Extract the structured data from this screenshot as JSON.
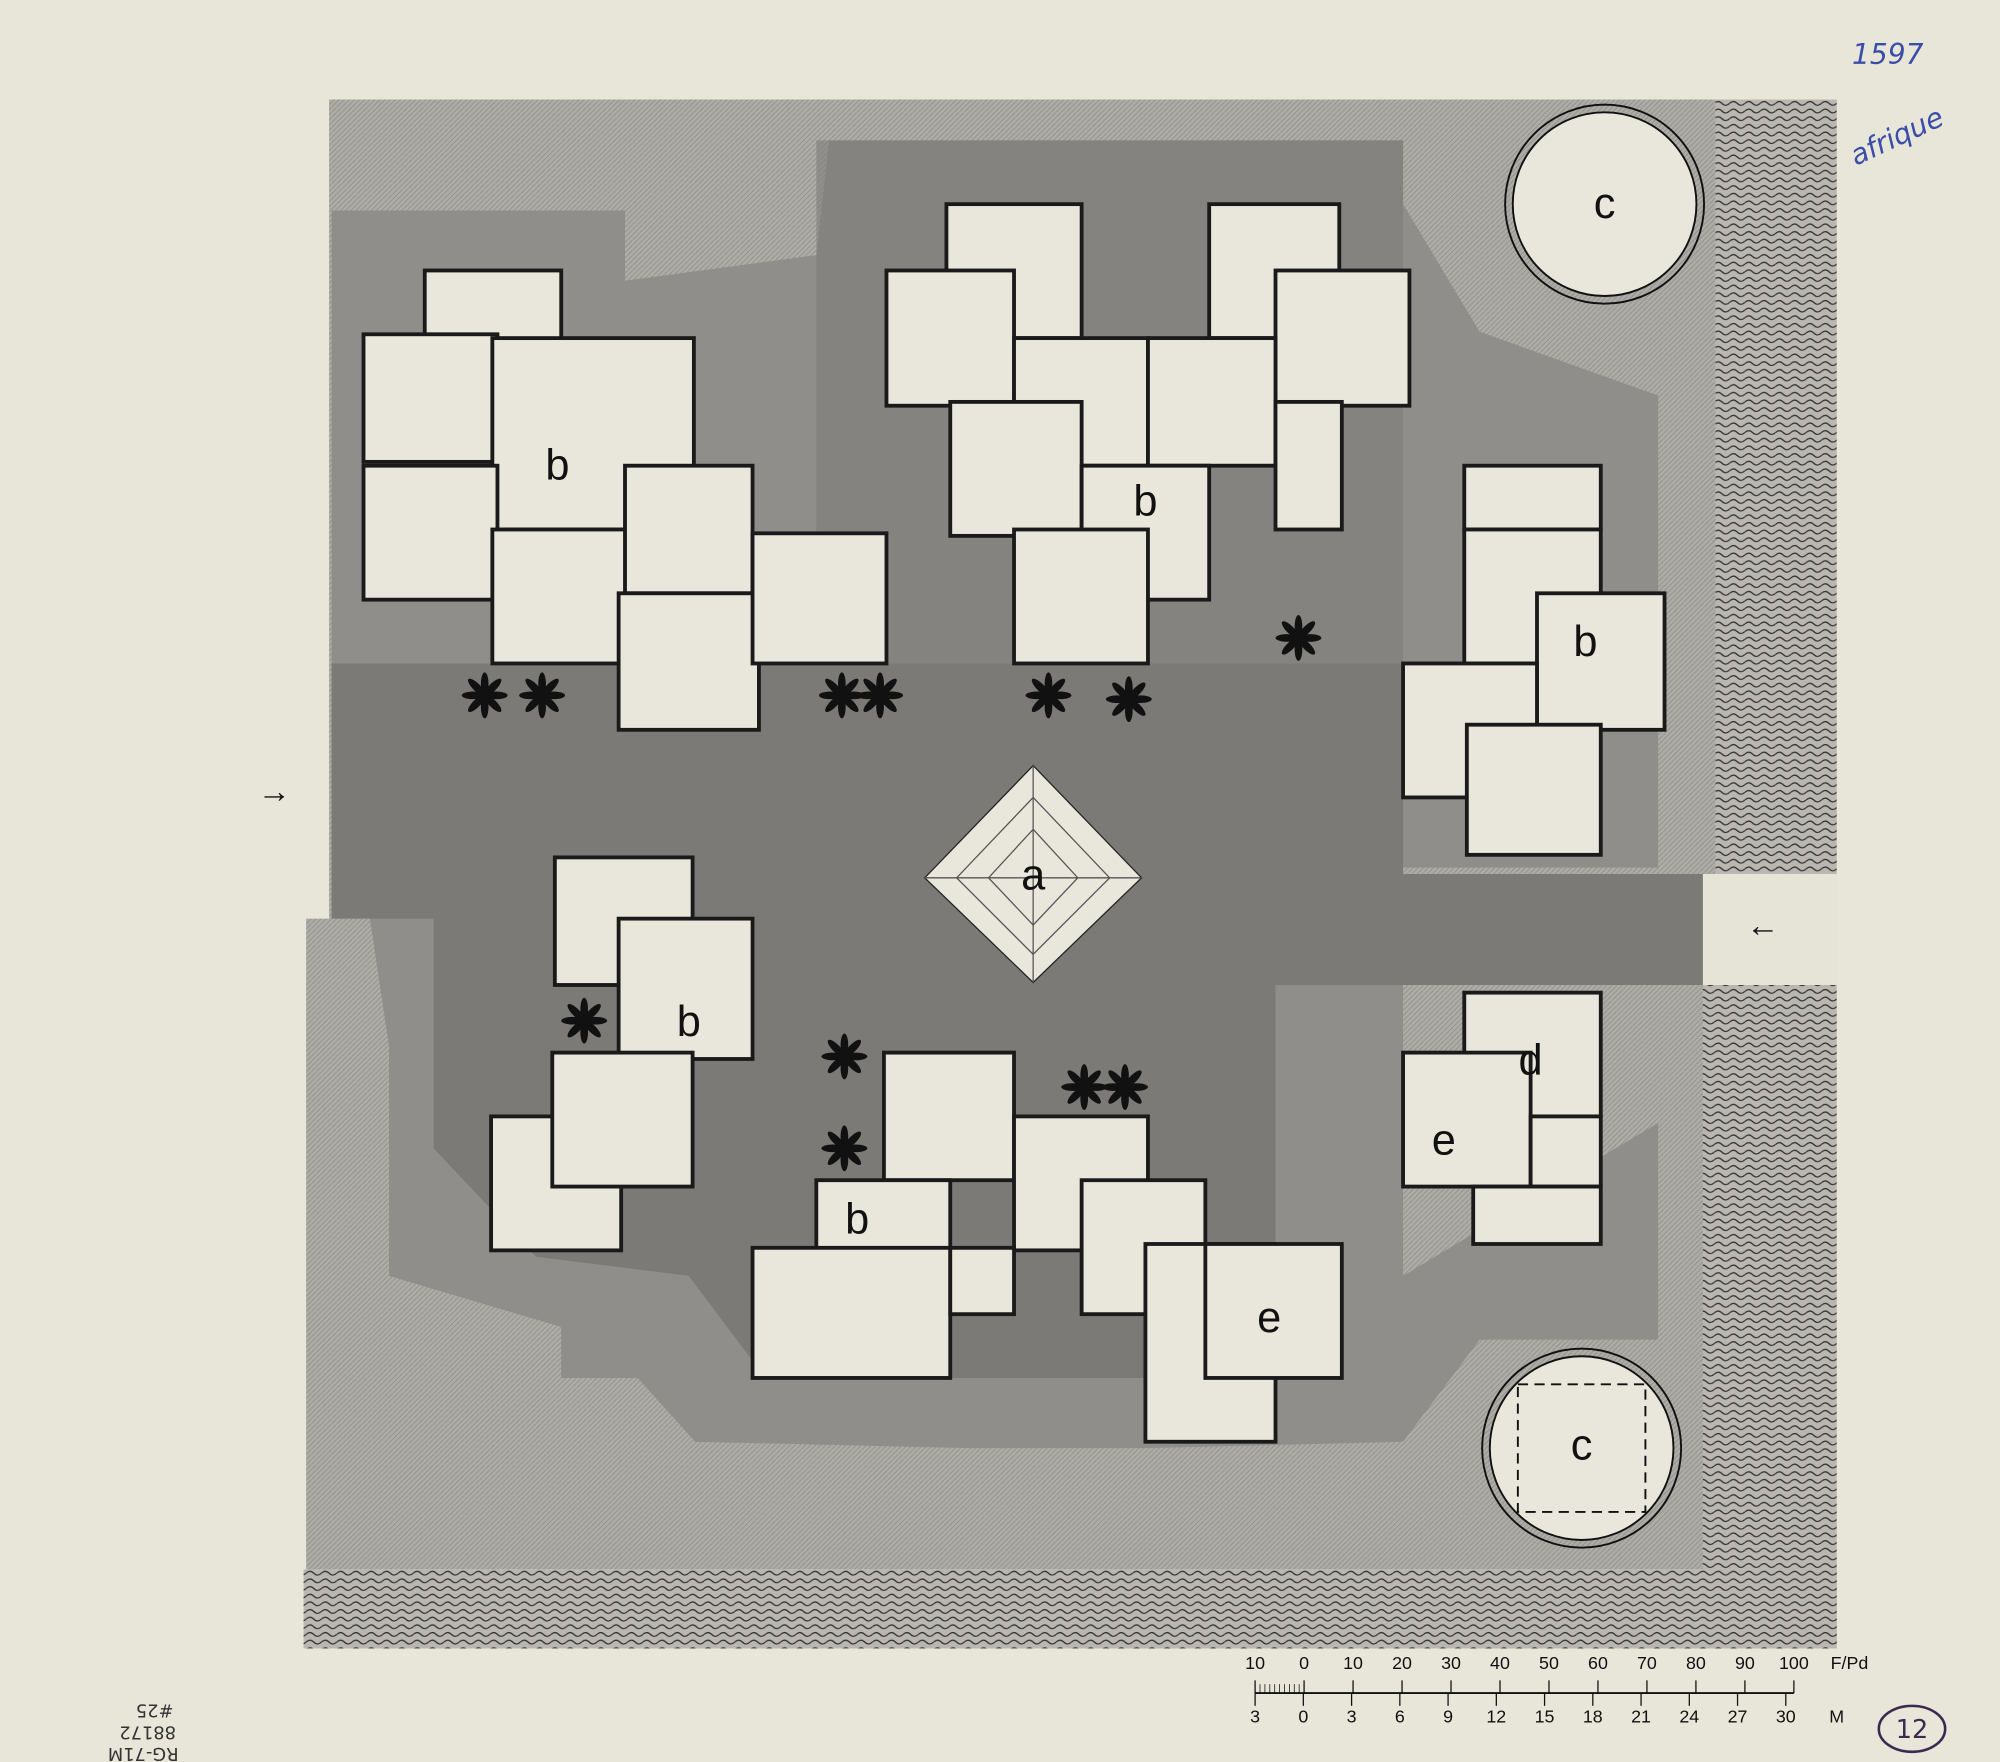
{
  "drawing": {
    "labels": {
      "a": "a",
      "b": "b",
      "c": "c",
      "d": "d",
      "e": "e"
    },
    "handwritten": {
      "sheet_number": "1597",
      "region": "afrique",
      "plate_number": "12",
      "catalog_line1": "RG-71M",
      "catalog_line2": "88172",
      "catalog_line3": "#25"
    },
    "entrance_arrows": [
      "→",
      "←"
    ],
    "colors": {
      "paper": "#e8e5d9",
      "building": "#e9e6dc",
      "plaza_dark": "#7b7a77",
      "court_medium": "#8f8e8a",
      "perimeter_light": "#aeada7",
      "wall": "#1a1a1a"
    }
  },
  "scale_bar": {
    "feet_unit": "F/Pd",
    "feet_labels": [
      "10",
      "0",
      "10",
      "20",
      "30",
      "40",
      "50",
      "60",
      "70",
      "80",
      "90",
      "100"
    ],
    "meter_unit": "M",
    "meter_labels": [
      "3",
      "0",
      "3",
      "6",
      "9",
      "12",
      "15",
      "18",
      "21",
      "24",
      "27",
      "30"
    ]
  }
}
